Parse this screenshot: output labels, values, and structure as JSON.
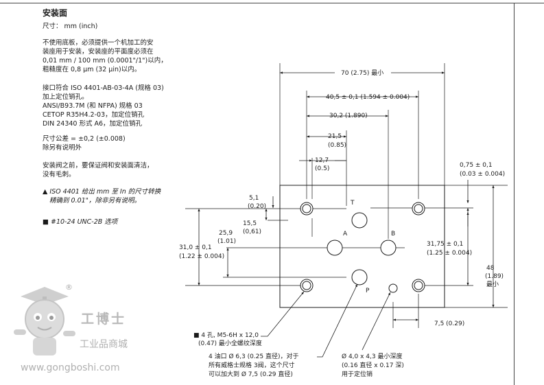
{
  "title": "安装面",
  "units": "尺寸： mm (inch)",
  "paragraph1": [
    "不使用底板，必须提供一个机加工的安",
    "装座用于安装，安装座的平面度必须在",
    "0,01 mm / 100 mm (0.0001\"/1\")以内，",
    "粗糙度在 0,8 µm (32 µin)以内。"
  ],
  "paragraph2": [
    "接口符合 ISO 4401-AB-03-4A (规格 03)",
    "加上定位销孔。",
    "ANSI/B93.7M (和 NFPA) 规格 03",
    "CETOP R35H4.2-03，加定位销孔",
    "DIN 24340 形式 A6，加定位销孔"
  ],
  "paragraph3": [
    "尺寸公差 = ±0,2 (±0.008)",
    "除另有说明外"
  ],
  "paragraph4": [
    "安装阀之前，要保证阀和安装面清洁，",
    "没有毛刺。"
  ],
  "note1": [
    "▲ ISO 4401 给出 mm 至 In 的尺寸转换",
    "精确到 0.01\"，除非另有说明。"
  ],
  "note2": "■ #10-24 UNC-2B 选项",
  "dimensions": {
    "d70": "70 (2.75) 最小",
    "d40_5": "40,5 ± 0,1 (1.594 ± 0.004)",
    "d30_2": "30,2 (1.890)",
    "d21_5": "21,5",
    "d21_5_in": "(0.85)",
    "d12_7": "12,7",
    "d12_7_in": "(0.5)",
    "d0_75": "0,75 ± 0,1",
    "d0_75_in": "(0.03 ± 0.004)",
    "d5_1": "5,1",
    "d5_1_in": "(0.20)",
    "d15_5": "15,5",
    "d15_5_in": "(0,61)",
    "d25_9": "25,9",
    "d25_9_in": "(1.01)",
    "d31_0": "31,0 ± 0,1",
    "d31_0_in": "(1.22 ± 0.004)",
    "d31_75": "31,75 ± 0,1",
    "d31_75_in": "(1.25 ± 0.004)",
    "d48": "48",
    "d48_in": "(1.89)",
    "d48_min": "最小",
    "d7_5": "7,5 (0.29)"
  },
  "ports": {
    "T": "T",
    "A": "A",
    "B": "B",
    "P": "P"
  },
  "callouts": {
    "bolts_1": "■ 4 孔, M5-6H x 12,0",
    "bolts_2": "(0.47) 最小全螺纹深度",
    "oil_1": "4 油口 Ø 6,3 (0.25 直径)，对于",
    "oil_2": "所有威格士规格 3阀，这个尺寸",
    "oil_3": "可以加大到 Ø 7,5 (0.29 直径)",
    "pin_1": "Ø 4,0 x 4,3 最小深度",
    "pin_2": "(0.16 直径 x 0.17 深)",
    "pin_3": "用于定位销"
  },
  "watermark": {
    "name": "工博士",
    "sub": "工业品商城",
    "url": "www.gongboshi.com",
    "reg": "®"
  }
}
